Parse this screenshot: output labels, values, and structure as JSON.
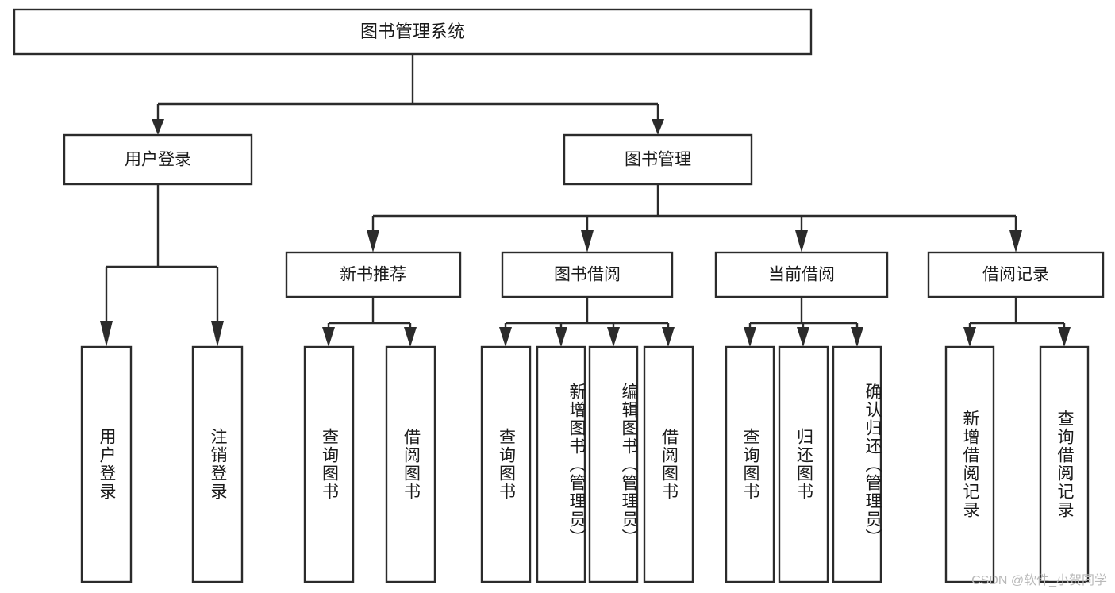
{
  "diagram": {
    "title": "图书管理系统",
    "type": "tree-hierarchy-chart",
    "orientation": "top-down",
    "colors": {
      "box_stroke": "#2b2b2b",
      "box_fill": "#ffffff",
      "connector": "#2b2b2b",
      "text": "#1a1a1a",
      "background": "#ffffff",
      "watermark": "#b9b9b9"
    },
    "root": {
      "label": "图书管理系统"
    },
    "level1": [
      {
        "label": "用户登录"
      },
      {
        "label": "图书管理"
      }
    ],
    "level2": [
      {
        "label": "新书推荐"
      },
      {
        "label": "图书借阅"
      },
      {
        "label": "当前借阅"
      },
      {
        "label": "借阅记录"
      }
    ],
    "leaves": {
      "user_login": [
        {
          "label": "用户登录"
        },
        {
          "label": "注销登录"
        }
      ],
      "new_book_recommend": [
        {
          "label": "查询图书"
        },
        {
          "label": "借阅图书"
        }
      ],
      "book_borrow": [
        {
          "label": "查询图书"
        },
        {
          "label": "新增图书（管理员）"
        },
        {
          "label": "编辑图书（管理员）"
        },
        {
          "label": "借阅图书"
        }
      ],
      "current_borrow": [
        {
          "label": "查询图书"
        },
        {
          "label": "归还图书"
        },
        {
          "label": "确认归还（管理员）"
        }
      ],
      "borrow_record": [
        {
          "label": "新增借阅记录"
        },
        {
          "label": "查询借阅记录"
        }
      ]
    }
  },
  "watermark": {
    "text": "CSDN @软件_小贺同学"
  }
}
